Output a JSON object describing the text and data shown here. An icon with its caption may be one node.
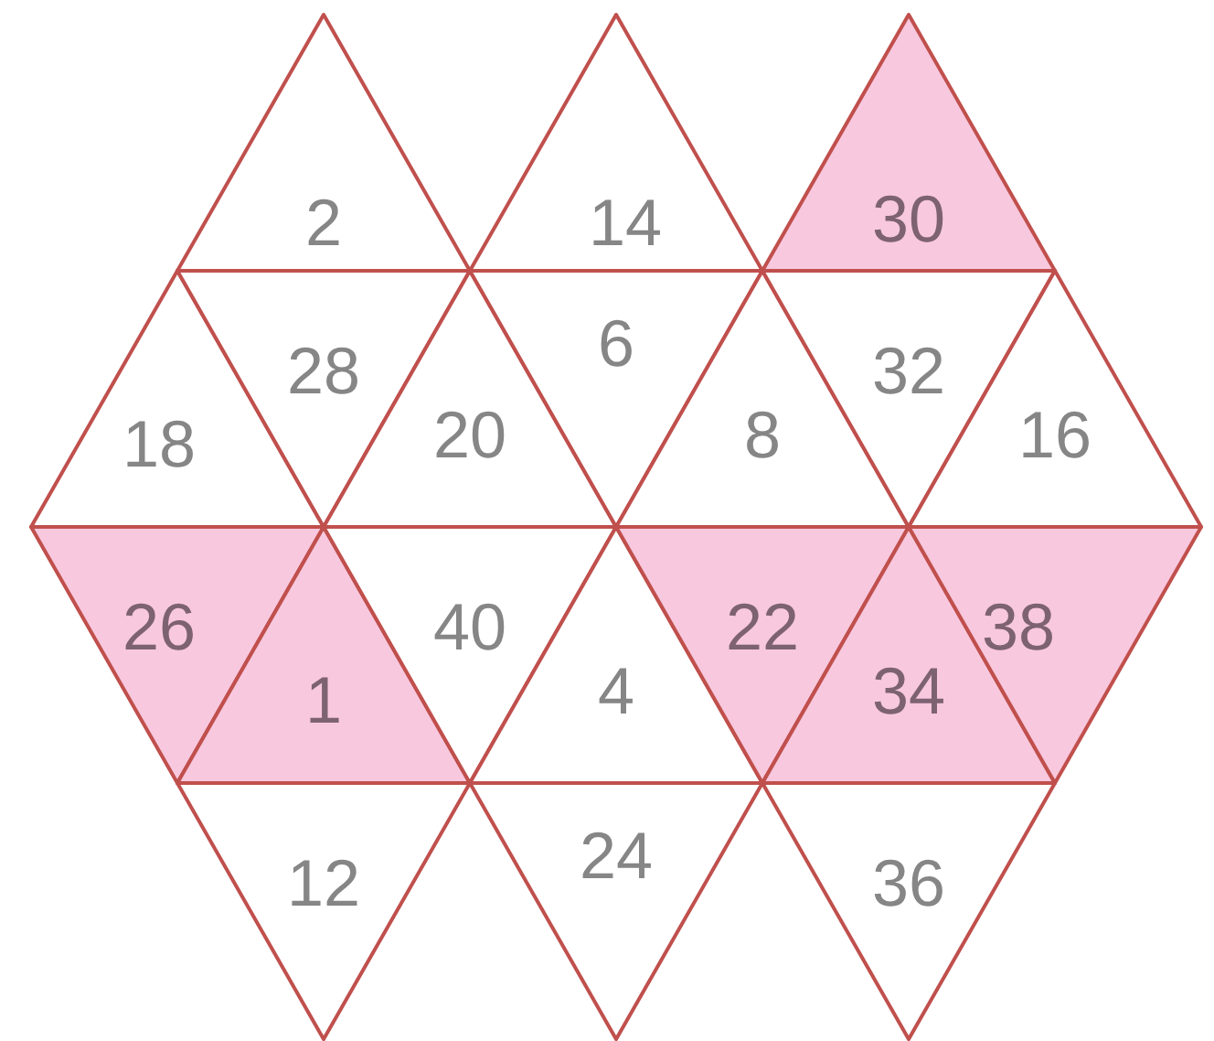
{
  "diagram": {
    "nodes": [
      {
        "text": [
          "2"
        ]
      },
      {
        "text": [
          "14"
        ]
      },
      {
        "text": [
          "30"
        ]
      },
      {
        "text": [
          "18"
        ]
      },
      {
        "text": [
          "28"
        ]
      },
      {
        "text": [
          "20"
        ]
      },
      {
        "text": [
          "6"
        ]
      },
      {
        "text": [
          "8"
        ]
      },
      {
        "text": [
          "32"
        ]
      },
      {
        "text": [
          "16"
        ]
      },
      {
        "text": [
          "26"
        ]
      },
      {
        "text": [
          "1"
        ]
      },
      {
        "text": [
          "40"
        ]
      },
      {
        "text": [
          "4"
        ]
      },
      {
        "text": [
          "22"
        ]
      },
      {
        "text": [
          "34"
        ]
      },
      {
        "text": [
          "38"
        ]
      },
      {
        "text": [
          "12"
        ]
      },
      {
        "text": [
          "24"
        ]
      },
      {
        "text": [
          "36"
        ]
      }
    ]
  }
}
